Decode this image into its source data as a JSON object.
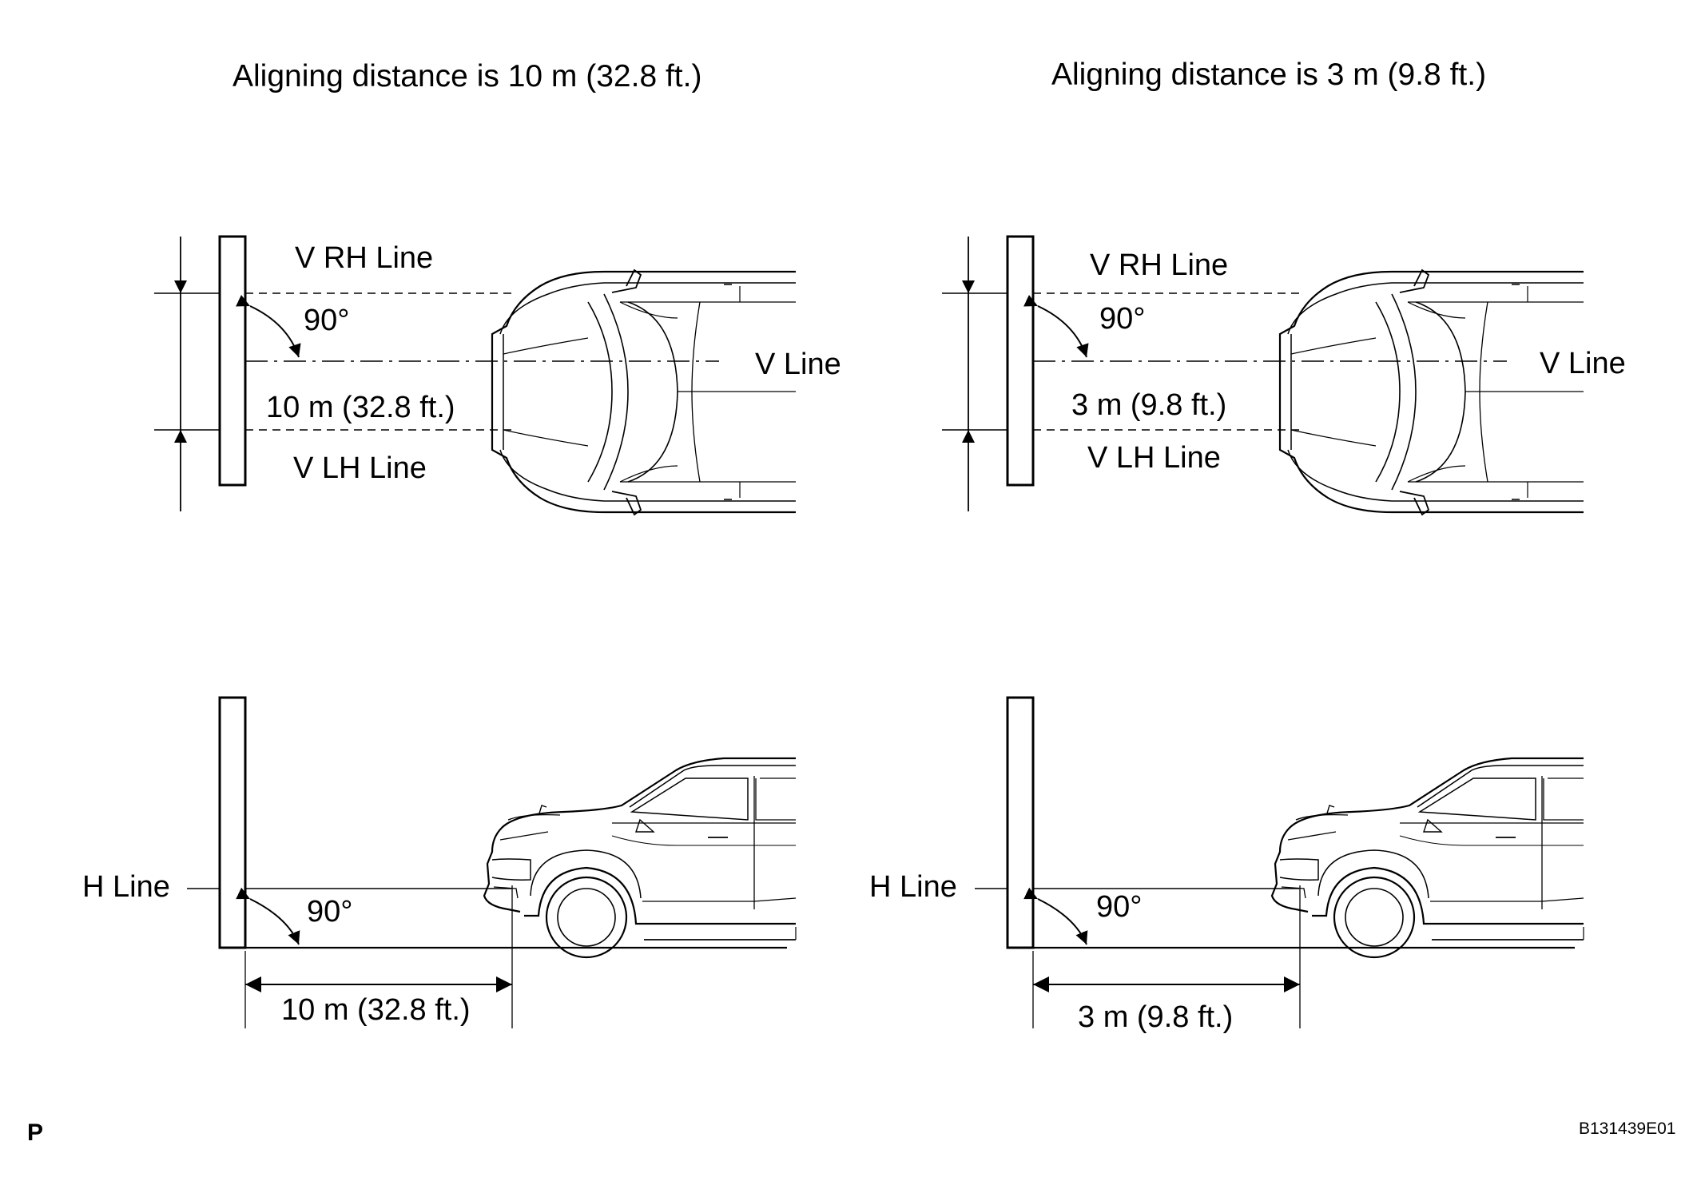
{
  "panels": {
    "left": {
      "title": "Aligning distance is 10 m (32.8 ft.)",
      "top_view": {
        "v_rh_line": "V RH Line",
        "v_line": "V Line",
        "v_lh_line": "V LH Line",
        "angle": "90°",
        "distance": "10 m (32.8 ft.)"
      },
      "side_view": {
        "h_line": "H Line",
        "angle": "90°",
        "distance": "10 m (32.8 ft.)"
      }
    },
    "right": {
      "title": "Aligning distance is 3 m (9.8 ft.)",
      "top_view": {
        "v_rh_line": "V RH Line",
        "v_line": "V Line",
        "v_lh_line": "V LH Line",
        "angle": "90°",
        "distance": "3 m (9.8 ft.)"
      },
      "side_view": {
        "h_line": "H Line",
        "angle": "90°",
        "distance": "3 m (9.8 ft.)"
      }
    }
  },
  "footer": {
    "page_mark": "P",
    "figure_code": "B131439E01"
  }
}
